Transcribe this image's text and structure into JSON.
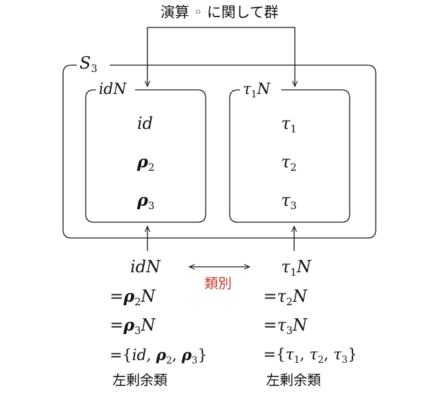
{
  "top_label": "演算 ◦ に関して群",
  "s3": {
    "S": "S",
    "sub": "3"
  },
  "left_box": {
    "title": {
      "a": "idN"
    },
    "items": [
      {
        "a": "id"
      },
      {
        "a": "ρ",
        "sub": "2"
      },
      {
        "a": "ρ",
        "sub": "3"
      }
    ]
  },
  "right_box": {
    "title": {
      "a": "τ",
      "sub": "1",
      "b": "N"
    },
    "items": [
      {
        "a": "τ",
        "sub": "1"
      },
      {
        "a": "τ",
        "sub": "2"
      },
      {
        "a": "τ",
        "sub": "3"
      }
    ]
  },
  "left_eq": {
    "head": "idN",
    "row2": {
      "eq": "=",
      "a": "ρ",
      "sub": "2",
      "b": "N"
    },
    "row3": {
      "eq": "=",
      "a": "ρ",
      "sub": "3",
      "b": "N"
    },
    "set": {
      "open": "={",
      "id": "id,",
      "r": "ρ",
      "s2": "2",
      "comma": ",",
      "s3": "3",
      "close": "}"
    },
    "caption": "左剰余類"
  },
  "right_eq": {
    "head": {
      "a": "τ",
      "sub": "1",
      "b": "N"
    },
    "row2": {
      "eq": "=",
      "a": "τ",
      "sub": "2",
      "b": "N"
    },
    "row3": {
      "eq": "=",
      "a": "τ",
      "sub": "3",
      "b": "N"
    },
    "set": {
      "open": "={",
      "t": "τ",
      "s1": "1",
      "c1": ",",
      "s2": "2",
      "c2": ",",
      "s3": "3",
      "close": "}"
    },
    "caption": "左剰余類"
  },
  "middle_label": "類別",
  "colors": {
    "ink": "#111111",
    "accent": "#c0392b"
  }
}
